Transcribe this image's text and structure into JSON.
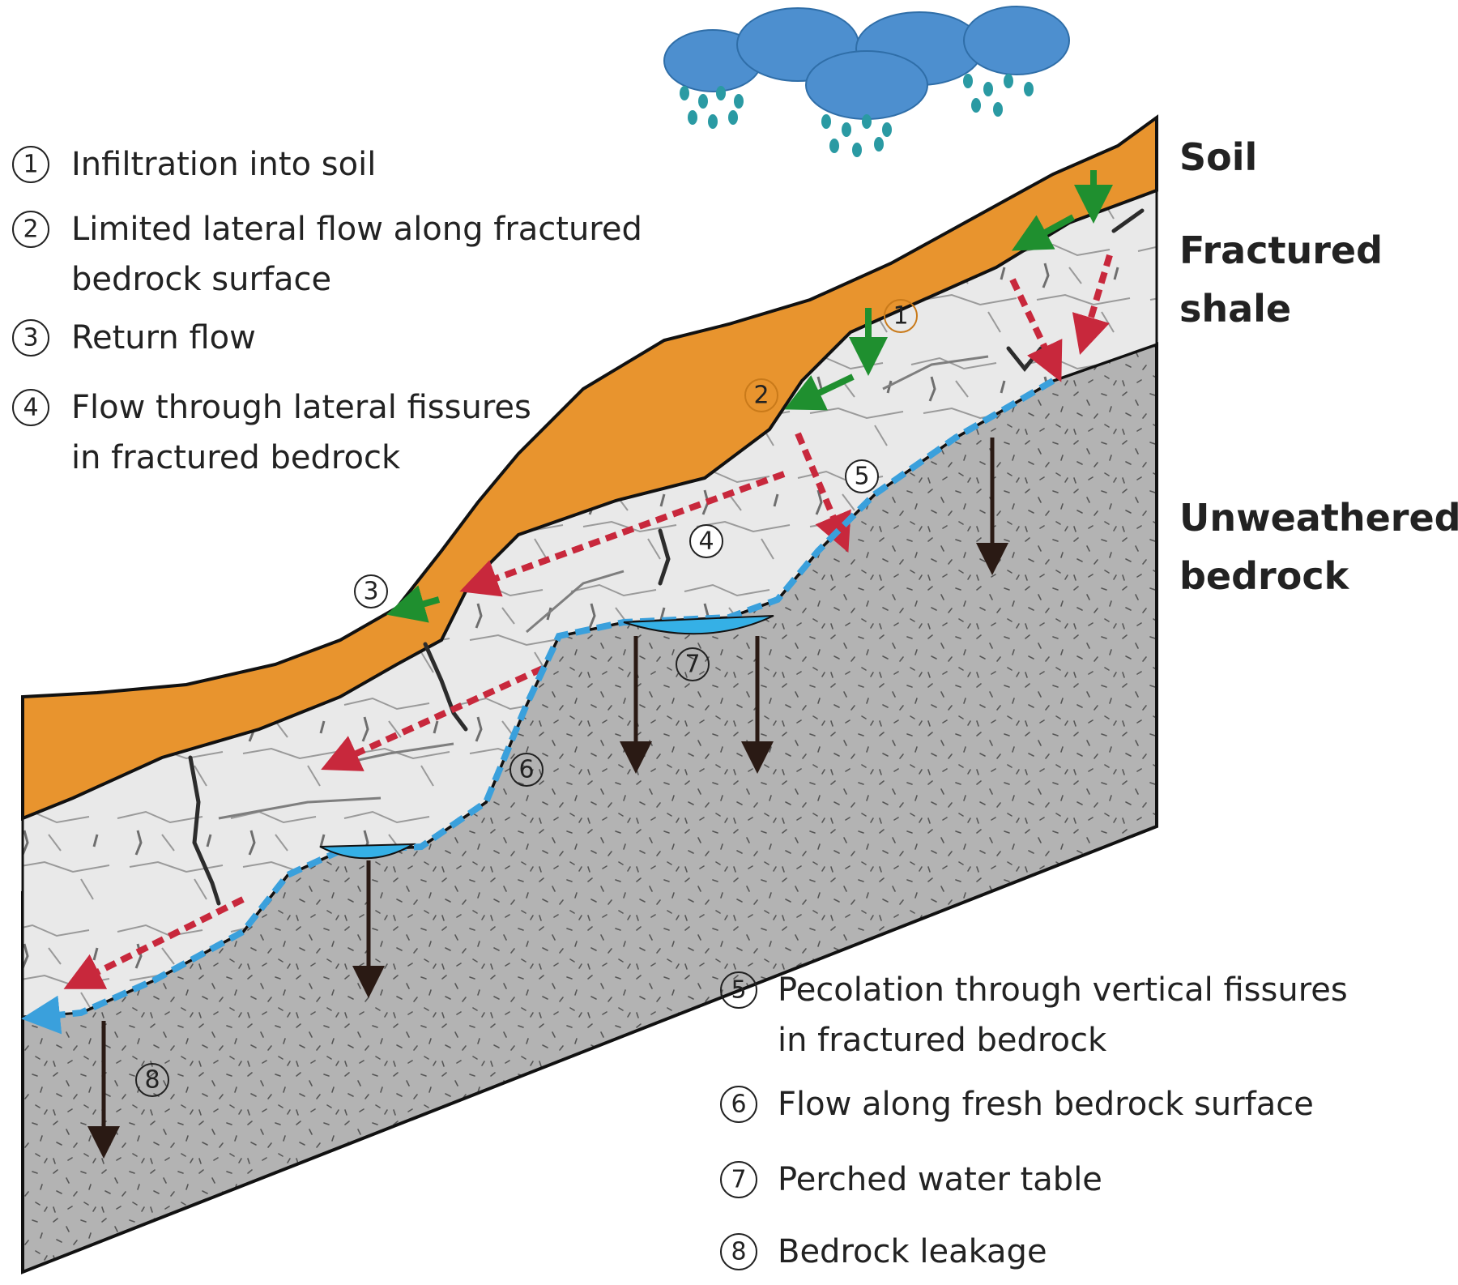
{
  "legend_top": [
    {
      "num": "1",
      "lines": [
        "Infiltration into soil"
      ]
    },
    {
      "num": "2",
      "lines": [
        "Limited lateral flow along fractured",
        "bedrock surface"
      ]
    },
    {
      "num": "3",
      "lines": [
        "Return flow"
      ]
    },
    {
      "num": "4",
      "lines": [
        "Flow through lateral fissures",
        "in fractured bedrock"
      ]
    }
  ],
  "legend_bottom": [
    {
      "num": "5",
      "lines": [
        "Pecolation through vertical fissures",
        "in fractured bedrock"
      ]
    },
    {
      "num": "6",
      "lines": [
        "Flow along fresh bedrock surface"
      ]
    },
    {
      "num": "7",
      "lines": [
        "Perched water table"
      ]
    },
    {
      "num": "8",
      "lines": [
        "Bedrock leakage"
      ]
    }
  ],
  "layers": [
    {
      "lines": [
        "Soil"
      ]
    },
    {
      "lines": [
        "Fractured",
        "shale"
      ]
    },
    {
      "lines": [
        "Unweathered",
        "bedrock"
      ]
    }
  ],
  "markers": [
    "1",
    "2",
    "3",
    "4",
    "5",
    "6",
    "7",
    "8"
  ],
  "colors": {
    "soil": "#e8942e",
    "fractured_shale": "#e9e9e9",
    "bedrock": "#b3b3b3",
    "soil_flow": "#1f8f2f",
    "fissure_flow": "#c8283c",
    "surface_flow": "#3aa0dc",
    "perched_water": "#35b0e6",
    "leakage": "#2a1a14",
    "cloud": "#4d8fcf"
  },
  "icons": [
    "rain-cloud-icon"
  ]
}
